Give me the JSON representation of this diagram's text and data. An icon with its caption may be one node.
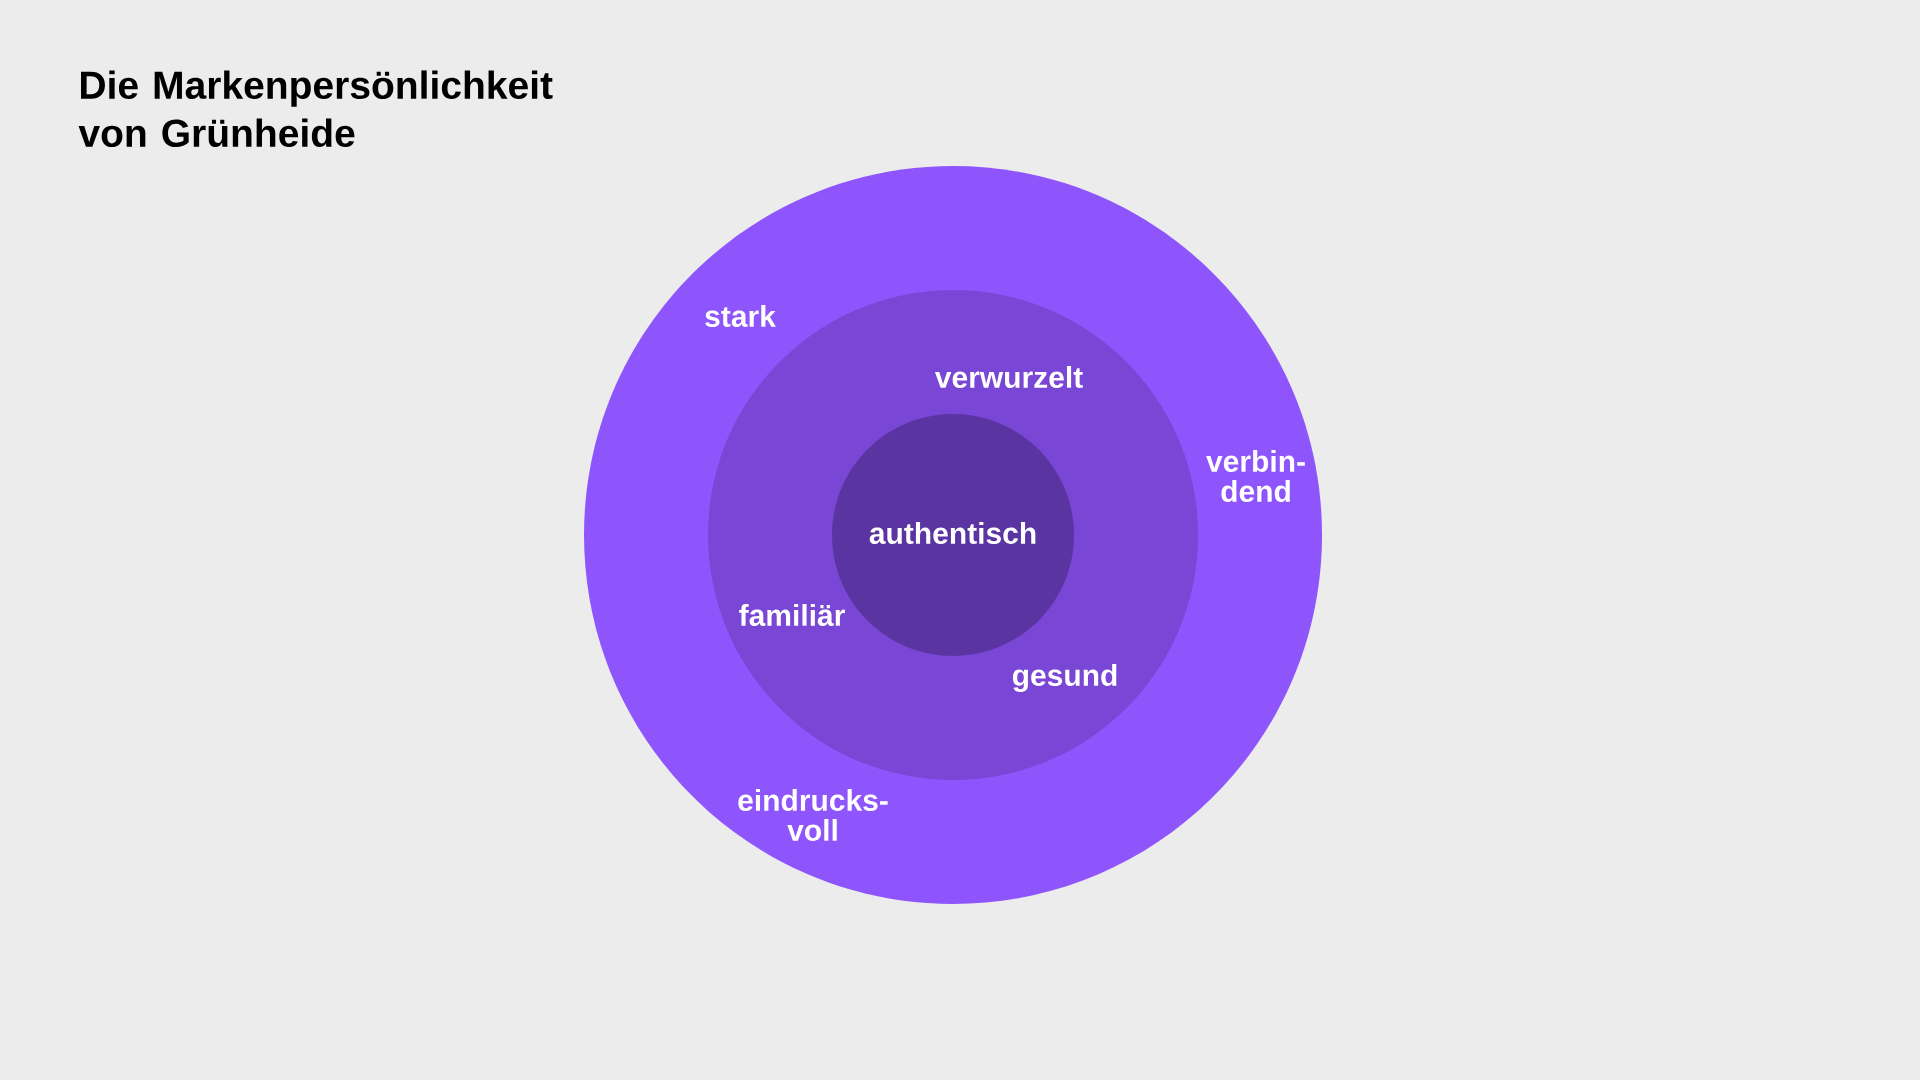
{
  "diagram": {
    "title": "Die Markenpersönlichkeit von Grünheide",
    "nodes": [
      {
        "text": [
          "stark",
          "verbin- dend",
          "eindrucks- voll"
        ]
      },
      {
        "text": [
          "verwurzelt",
          "familiär",
          "gesund"
        ],
        "in": 0
      },
      {
        "text": [
          "authentisch"
        ],
        "in": 1
      }
    ]
  }
}
